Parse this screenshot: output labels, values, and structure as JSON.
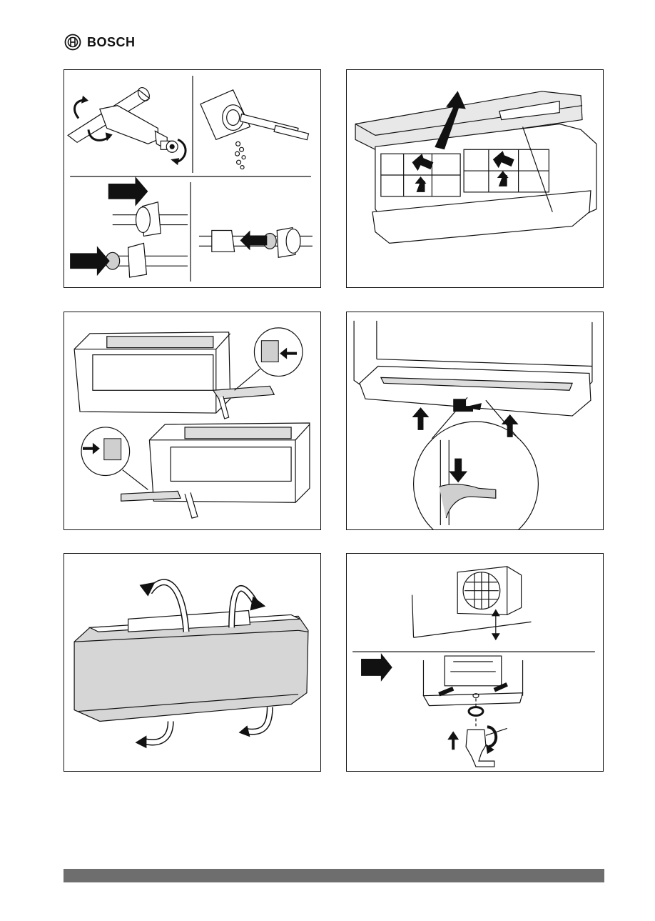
{
  "header": {
    "brand_name": "BOSCH",
    "logo_icon": "bosch-armature-logo-icon"
  },
  "figures": [
    {
      "id": "fig-1",
      "subject": "pipe-flare-and-fitting"
    },
    {
      "id": "fig-2",
      "subject": "open-front-panel-filters"
    },
    {
      "id": "fig-3",
      "subject": "pipe-routing-left-right"
    },
    {
      "id": "fig-4",
      "subject": "lower-housing-release"
    },
    {
      "id": "fig-5",
      "subject": "unit-mounting-rotation"
    },
    {
      "id": "fig-6",
      "subject": "outdoor-unit-drain-elbow"
    }
  ],
  "colors": {
    "line": "#111111",
    "grey_fill": "#cfcfcf",
    "footer_bar": "#6e6e6e"
  }
}
